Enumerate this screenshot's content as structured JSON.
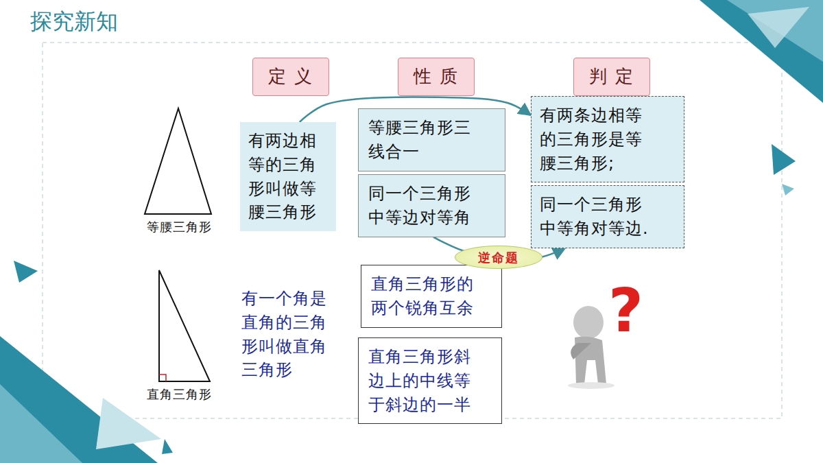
{
  "diagram": {
    "title": "探究新知",
    "nodes": [
      {
        "text": [
          "定 义"
        ]
      },
      {
        "text": [
          "性 质"
        ]
      },
      {
        "text": [
          "判 定"
        ]
      },
      {
        "text": [
          "有两边相等的三角形叫做等腰三角形"
        ]
      },
      {
        "text": [
          "等腰三角形三线合一"
        ]
      },
      {
        "text": [
          "同一个三角形中等边对等角"
        ]
      },
      {
        "text": [
          "有两条边相等的三角形是等腰三角形;"
        ]
      },
      {
        "text": [
          "同一个三角形中等角对等边."
        ]
      },
      {
        "text": [
          "直角三角形的两个锐角互余"
        ]
      },
      {
        "text": [
          "直角三角形斜边上的中线等于斜边的一半"
        ]
      }
    ],
    "edges": [
      {
        "from": 3,
        "to": 6,
        "arrow": "to"
      },
      {
        "from": 5,
        "to": 7,
        "label": "逆命题",
        "arrow": "to"
      }
    ],
    "labels": [
      "等腰三角形",
      "有一个角是直角的三角形叫做直角三角形",
      "直角三角形",
      "?"
    ]
  }
}
